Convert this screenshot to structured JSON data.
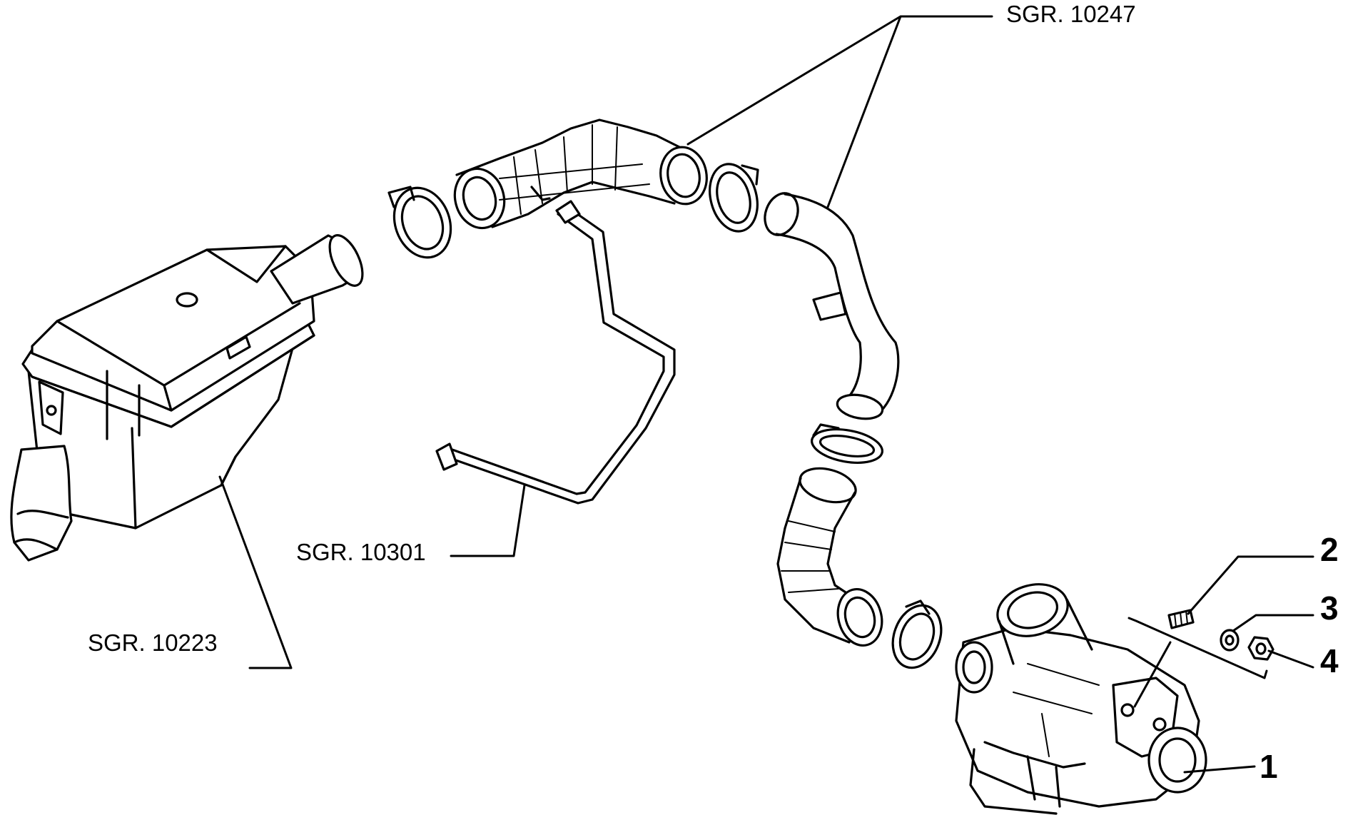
{
  "labels": {
    "sgr_10247": "SGR. 10247",
    "sgr_10301": "SGR. 10301",
    "sgr_10223": "SGR. 10223"
  },
  "callouts": {
    "n1": "1",
    "n2": "2",
    "n3": "3",
    "n4": "4"
  }
}
